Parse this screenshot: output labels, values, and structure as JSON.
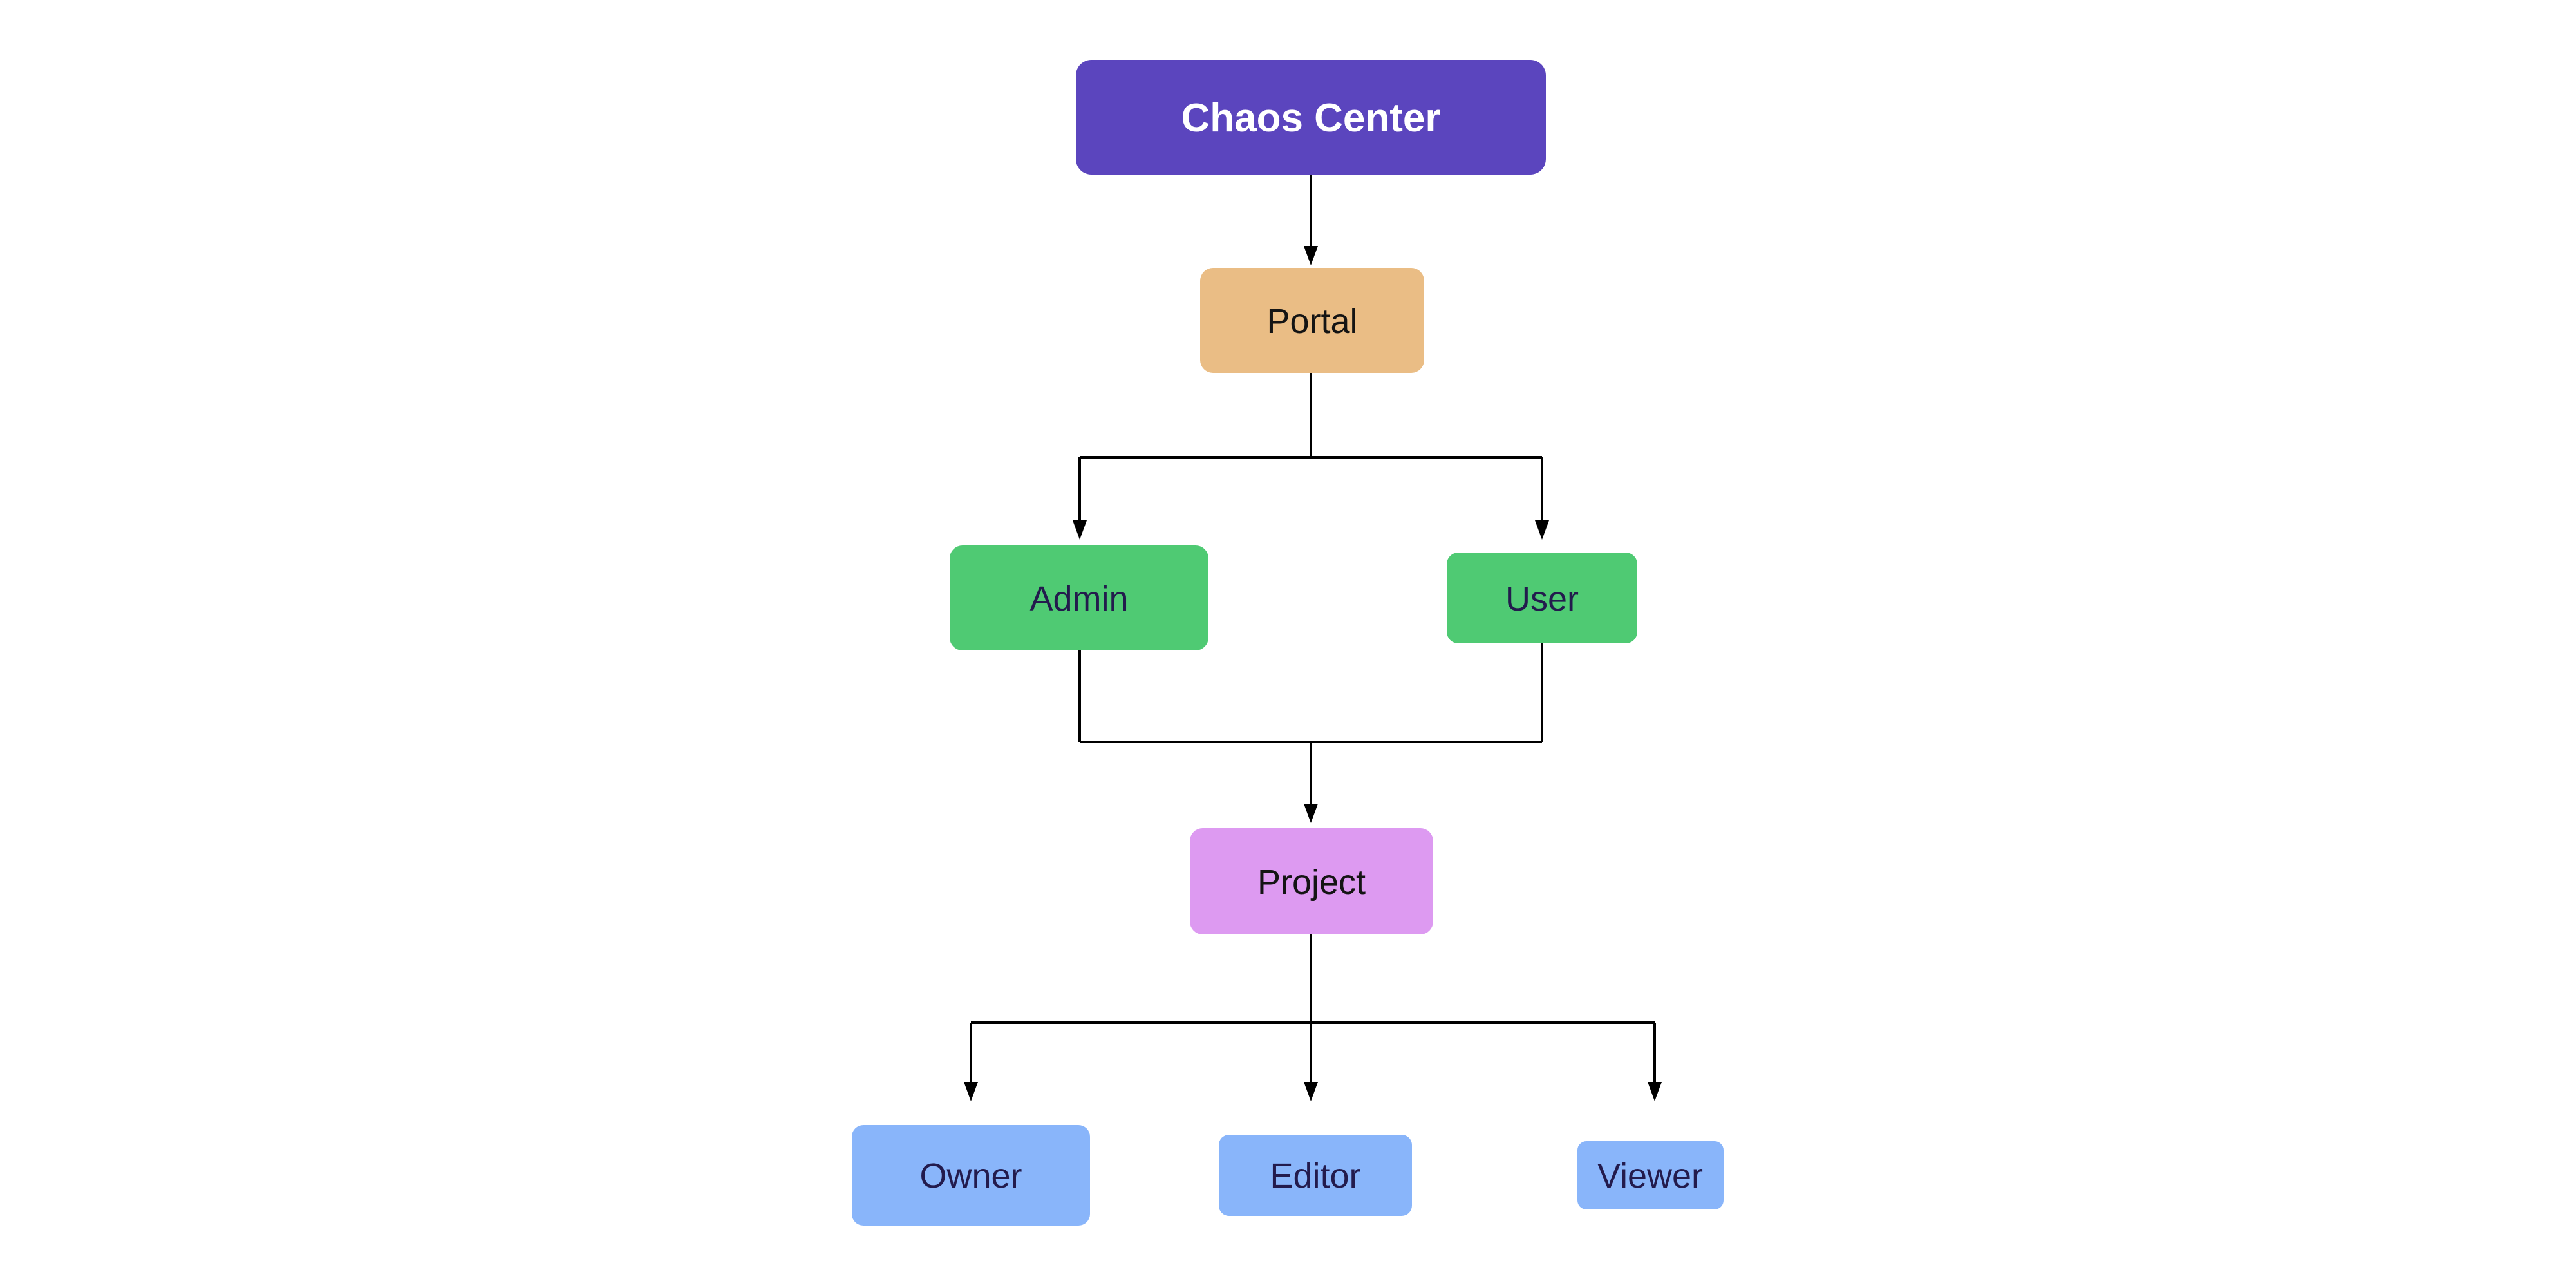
{
  "diagram": {
    "type": "flowchart",
    "background": "#ffffff",
    "line_color": "#000000",
    "nodes": {
      "chaos_center": {
        "label": "Chaos Center",
        "fill": "#5b45be",
        "text_color": "#ffffff"
      },
      "portal": {
        "label": "Portal",
        "fill": "#eabd85",
        "text_color": "#141414"
      },
      "admin": {
        "label": "Admin",
        "fill": "#4fca73",
        "text_color": "#231b4d"
      },
      "user": {
        "label": "User",
        "fill": "#4fca73",
        "text_color": "#231b4d"
      },
      "project": {
        "label": "Project",
        "fill": "#dd9af1",
        "text_color": "#141414"
      },
      "owner": {
        "label": "Owner",
        "fill": "#89b5fa",
        "text_color": "#231b4d"
      },
      "editor": {
        "label": "Editor",
        "fill": "#89b5fa",
        "text_color": "#231b4d"
      },
      "viewer": {
        "label": "Viewer",
        "fill": "#89b5fa",
        "text_color": "#231b4d"
      }
    },
    "edges": [
      {
        "from": "Chaos Center",
        "to": "Portal"
      },
      {
        "from": "Portal",
        "to": "Admin"
      },
      {
        "from": "Portal",
        "to": "User"
      },
      {
        "from": "Admin",
        "to": "Project"
      },
      {
        "from": "User",
        "to": "Project"
      },
      {
        "from": "Project",
        "to": "Owner"
      },
      {
        "from": "Project",
        "to": "Editor"
      },
      {
        "from": "Project",
        "to": "Viewer"
      }
    ]
  }
}
